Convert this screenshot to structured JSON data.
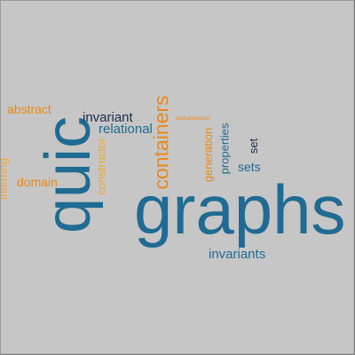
{
  "cloud": {
    "background": "#c6c6c6",
    "palette": {
      "blue": "#1f6b93",
      "navy": "#1b2f4a",
      "orange": "#e8891a",
      "gold": "#f0a830"
    },
    "words": {
      "graphs": {
        "text": "graphs",
        "color": "#1f6b93",
        "orientation": "horizontal"
      },
      "quic": {
        "text": "quic",
        "color": "#1f6b93",
        "orientation": "vertical"
      },
      "containers": {
        "text": "containers",
        "color": "#e8891a",
        "orientation": "vertical"
      },
      "invariants": {
        "text": "invariants",
        "color": "#1f6b93",
        "orientation": "horizontal"
      },
      "invariant": {
        "text": "invariant",
        "color": "#1b2f4a",
        "orientation": "horizontal"
      },
      "relational": {
        "text": "relational",
        "color": "#1f6b93",
        "orientation": "horizontal"
      },
      "abstract": {
        "text": "abstract",
        "color": "#e8891a",
        "orientation": "horizontal"
      },
      "domain": {
        "text": "domain",
        "color": "#e8891a",
        "orientation": "horizontal"
      },
      "inferring": {
        "text": "inferring",
        "color": "#f0a830",
        "orientation": "vertical"
      },
      "constructor": {
        "text": "constructor",
        "color": "#f0a830",
        "orientation": "vertical"
      },
      "generation": {
        "text": "generation",
        "color": "#e8891a",
        "orientation": "vertical"
      },
      "properties": {
        "text": "properties",
        "color": "#1f6b93",
        "orientation": "vertical"
      },
      "set": {
        "text": "set",
        "color": "#1b2f4a",
        "orientation": "vertical"
      },
      "sets": {
        "text": "sets",
        "color": "#1f6b93",
        "orientation": "horizontal"
      },
      "containersquic": {
        "text": "containersquic",
        "color": "#e8891a",
        "orientation": "horizontal"
      }
    }
  }
}
